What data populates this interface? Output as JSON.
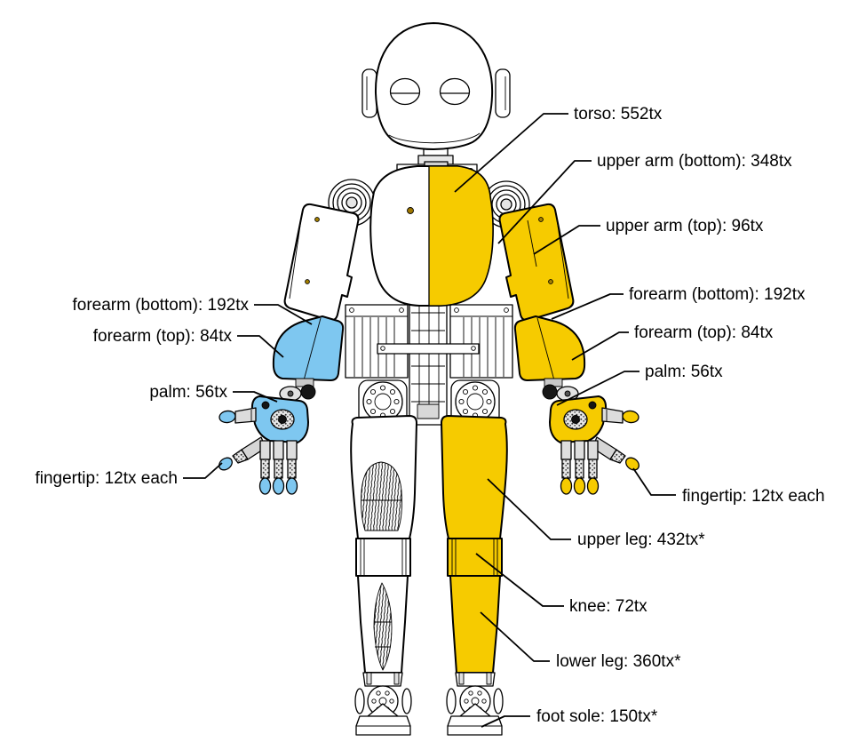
{
  "colors": {
    "highlight_yellow": "#F6CB00",
    "highlight_blue": "#7EC7F0"
  },
  "annotations": {
    "right": {
      "torso": {
        "label": "torso: 552tx"
      },
      "upper_arm_bottom": {
        "label": "upper arm (bottom): 348tx"
      },
      "upper_arm_top": {
        "label": "upper arm (top): 96tx"
      },
      "forearm_bottom": {
        "label": "forearm (bottom): 192tx"
      },
      "forearm_top": {
        "label": "forearm (top): 84tx"
      },
      "palm": {
        "label": "palm: 56tx"
      },
      "fingertip": {
        "label": "fingertip: 12tx each"
      },
      "upper_leg": {
        "label": "upper leg: 432tx*"
      },
      "knee": {
        "label": "knee: 72tx"
      },
      "lower_leg": {
        "label": "lower leg: 360tx*"
      },
      "foot_sole": {
        "label": "foot sole: 150tx*"
      }
    },
    "left": {
      "forearm_bottom": {
        "label": "forearm (bottom): 192tx"
      },
      "forearm_top": {
        "label": "forearm (top): 84tx"
      },
      "palm": {
        "label": "palm: 56tx"
      },
      "fingertip": {
        "label": "fingertip: 12tx each"
      }
    }
  }
}
